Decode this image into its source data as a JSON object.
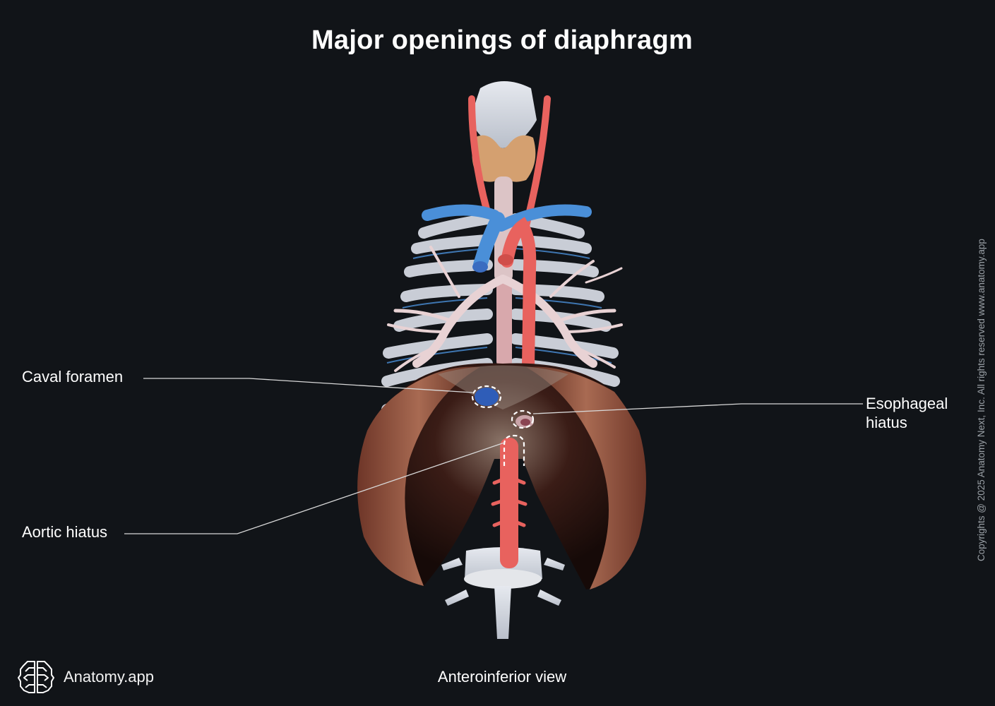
{
  "title": "Major openings of diaphragm",
  "labels": {
    "caval_foramen": "Caval foramen",
    "esophageal_hiatus_line1": "Esophageal",
    "esophageal_hiatus_line2": "hiatus",
    "aortic_hiatus": "Aortic hiatus"
  },
  "view": "Anteroinferior view",
  "brand": {
    "name": "Anatomy.app",
    "icon": "brain-icon"
  },
  "copyright": "Copyrights @ 2025 Anatomy Next, Inc. All rights reserved www.anatomy.app",
  "colors": {
    "background": "#111418",
    "artery": "#e8625e",
    "vein": "#4a8fd8",
    "muscle": "#8a4a3a",
    "bone": "#d9dde6",
    "thyroid": "#d4a070",
    "trachea": "#e8cfd0",
    "marker": "#ffffff"
  }
}
